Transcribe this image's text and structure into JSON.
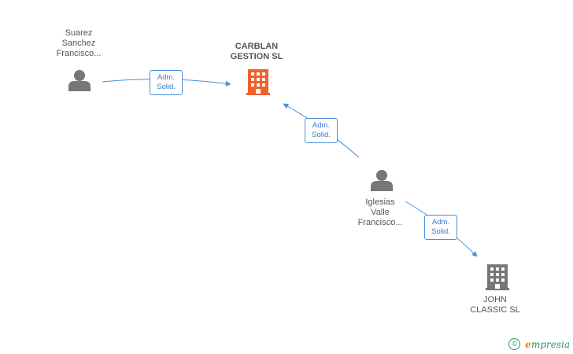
{
  "nodes": {
    "suarez": {
      "label": "Suarez\nSanchez\nFrancisco...",
      "type": "person"
    },
    "carblan": {
      "label": "CARBLAN\nGESTION SL",
      "type": "company-main"
    },
    "iglesias": {
      "label": "Iglesias\nValle\nFrancisco...",
      "type": "person"
    },
    "john": {
      "label": "JOHN\nCLASSIC SL",
      "type": "company"
    }
  },
  "edges": [
    {
      "from": "suarez",
      "to": "carblan",
      "label": "Adm.\nSolid."
    },
    {
      "from": "iglesias",
      "to": "carblan",
      "label": "Adm.\nSolid."
    },
    {
      "from": "iglesias",
      "to": "john",
      "label": "Adm.\nSolid."
    }
  ],
  "colors": {
    "edge": "#4a8fd9",
    "person_icon": "#777777",
    "company_main_icon": "#f0622d",
    "company_icon": "#777777"
  },
  "watermark": {
    "symbol": "©",
    "brand_initial": "e",
    "brand_rest": "mpresia"
  }
}
